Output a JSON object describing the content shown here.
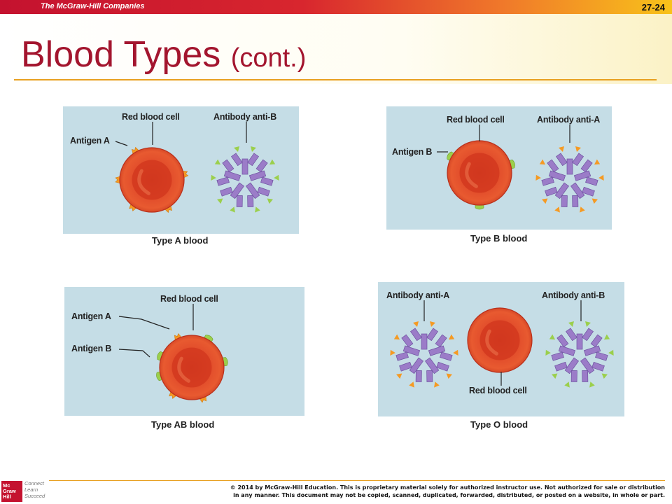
{
  "header": {
    "publisher": "The McGraw-Hill Companies",
    "slide_number": "27-24",
    "title": "Blood Types",
    "title_suffix": "(cont.)"
  },
  "panels": {
    "type_a": {
      "caption": "Type A blood",
      "label_rbc": "Red blood cell",
      "label_antibody": "Antibody anti-B",
      "label_antigen": "Antigen A"
    },
    "type_b": {
      "caption": "Type B blood",
      "label_rbc": "Red blood cell",
      "label_antibody": "Antibody anti-A",
      "label_antigen": "Antigen B"
    },
    "type_ab": {
      "caption": "Type AB blood",
      "label_rbc": "Red blood cell",
      "label_antigen_a": "Antigen A",
      "label_antigen_b": "Antigen B"
    },
    "type_o": {
      "caption": "Type O blood",
      "label_rbc": "Red blood cell",
      "label_antibody_a": "Antibody anti-A",
      "label_antibody_b": "Antibody anti-B"
    }
  },
  "colors": {
    "panel_bg": "#c5dde6",
    "rbc": "#e5452a",
    "antigen_a": "#f59a23",
    "antigen_b": "#9bcf4c",
    "antibody": "#9b7cc8",
    "title": "#a3152e"
  },
  "footer": {
    "logo_text": "Mc Graw Hill",
    "tagline": "Connect Learn Succeed",
    "copyright_line1": "© 2014 by McGraw-Hill Education.  This is proprietary material solely for authorized instructor use. Not authorized for sale or distribution",
    "copyright_line2": "in any manner.  This document may not be copied, scanned, duplicated, forwarded, distributed, or posted on a website, in whole or part."
  }
}
